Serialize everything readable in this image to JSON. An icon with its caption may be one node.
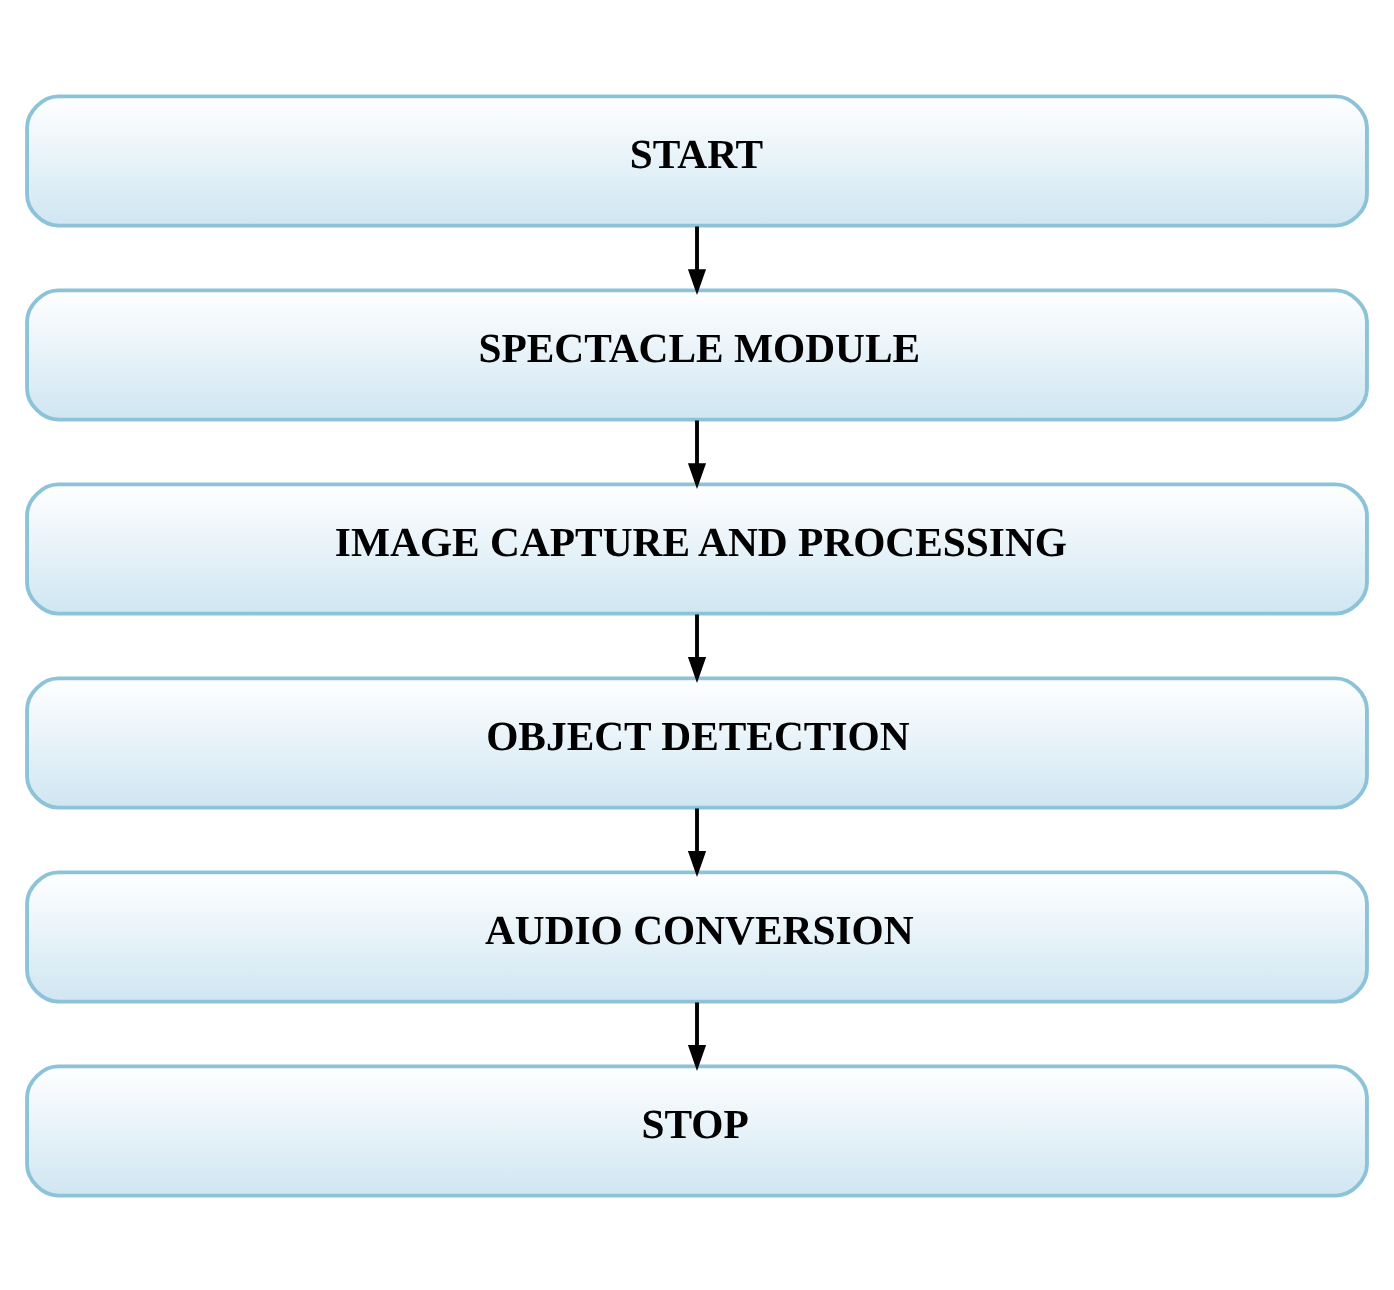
{
  "diagram": {
    "nodes": [
      {
        "text": [
          "START"
        ]
      },
      {
        "text": [
          "SPECTACLE MODULE"
        ]
      },
      {
        "text": [
          "IMAGE CAPTURE AND PROCESSING"
        ]
      },
      {
        "text": [
          "OBJECT DETECTION"
        ]
      },
      {
        "text": [
          "AUDIO CONVERSION"
        ]
      },
      {
        "text": [
          "STOP"
        ]
      }
    ],
    "edges": [
      {
        "from": 0,
        "to": 1,
        "arrow": "to"
      },
      {
        "from": 1,
        "to": 2,
        "arrow": "to"
      },
      {
        "from": 2,
        "to": 3,
        "arrow": "to"
      },
      {
        "from": 3,
        "to": 4,
        "arrow": "to"
      },
      {
        "from": 4,
        "to": 5,
        "arrow": "to"
      }
    ]
  }
}
